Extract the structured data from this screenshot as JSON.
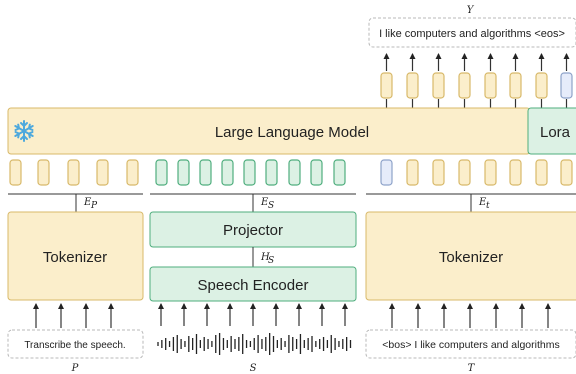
{
  "colors": {
    "tan_fill": "#fbeecb",
    "tan_stroke": "#d8b96a",
    "green_fill": "#dcf1e4",
    "green_stroke": "#4fae7e",
    "blue_fill": "#e6ecfa",
    "blue_stroke": "#8ea3c9",
    "line": "#333333",
    "dashed": "#b9b9b9",
    "snowflake": "#4ea9dd"
  },
  "llm": {
    "label": "Large Language Model",
    "icon": "snowflake-icon"
  },
  "lora": {
    "label": "Lora"
  },
  "projector": {
    "label": "Projector"
  },
  "speech_encoder": {
    "label": "Speech Encoder"
  },
  "tokenizer_left": {
    "label": "Tokenizer"
  },
  "tokenizer_right": {
    "label": "Tokenizer"
  },
  "symbols": {
    "y": "Y",
    "Ep": "E",
    "Ep_sub": "P",
    "Es": "E",
    "Es_sub": "S",
    "Et": "E",
    "Et_sub": "t",
    "Hs": "H",
    "Hs_sub": "S",
    "P": "P",
    "S": "S",
    "T": "T"
  },
  "texts": {
    "output": "I like computers and algorithms <eos>",
    "prompt": "Transcribe the speech.",
    "target": "<bos> I like computers and algorithms"
  }
}
